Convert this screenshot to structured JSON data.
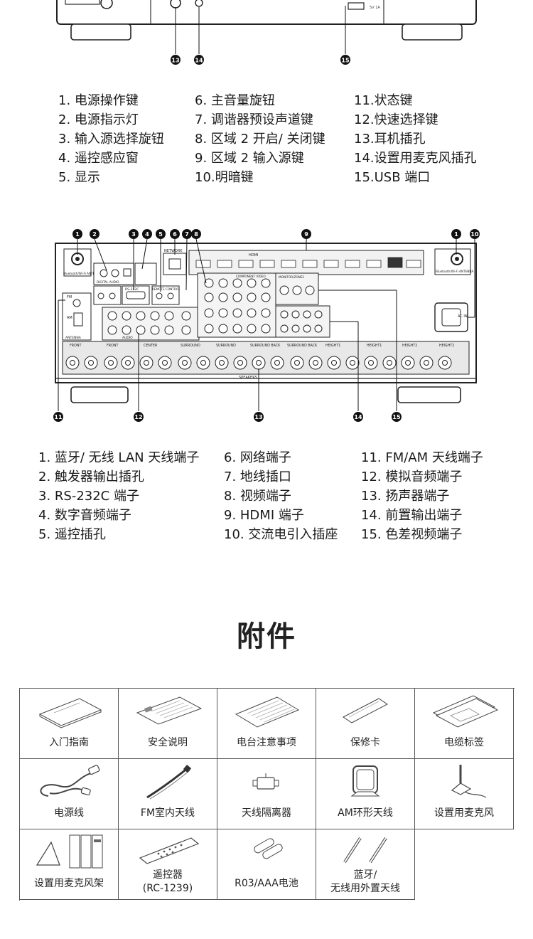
{
  "front_panel_callouts": [
    "13",
    "14",
    "15"
  ],
  "front_legend": {
    "col1": [
      "1. 电源操作键",
      "2. 电源指示灯",
      "3. 输入源选择旋钮",
      "4. 遥控感应窗",
      "5. 显示"
    ],
    "col2": [
      "6. 主音量旋钮",
      "7. 调谐器预设声道键",
      "8. 区域 2  开启/ 关闭键",
      "9. 区域 2  输入源键",
      "10.明暗键"
    ],
    "col3": [
      "11.状态键",
      "12.快速选择键",
      "13.耳机插孔",
      "14.设置用麦克风插孔",
      "15.USB  端口"
    ]
  },
  "rear_panel": {
    "callouts_top": [
      "1",
      "2",
      "3",
      "4",
      "5",
      "6",
      "7",
      "8",
      "9",
      "1",
      "10"
    ],
    "callouts_bottom": [
      "11",
      "12",
      "13",
      "14",
      "15"
    ],
    "labels": {
      "antenna_left": "Bluetooth/Wi-Fi ANTENNA",
      "antenna_right": "Bluetooth/Wi-Fi ANTENNA",
      "network": "NETWORK",
      "hdmi": "HDMI",
      "ac_in": "AC IN",
      "fm": "FM",
      "am": "AM",
      "antenna": "ANTENNA",
      "rs232c": "RS-232C",
      "remote_control": "REMOTE CONTROL",
      "digital_audio": "DIGITAL AUDIO",
      "component_video": "COMPONENT VIDEO",
      "monitor_zone2": "MONITOR/ZONE2",
      "audio": "AUDIO",
      "speakers": "SPEAKERS",
      "speaker_groups": [
        "FRONT",
        "FRONT",
        "CENTER",
        "SURROUND",
        "SURROUND",
        "SURROUND BACK",
        "SURROUND BACK",
        "HEIGHT1",
        "HEIGHT1",
        "HEIGHT2",
        "HEIGHT2"
      ]
    }
  },
  "rear_legend": {
    "col1": [
      "1. 蓝牙/ 无线 LAN 天线端子",
      "2. 触发器输出插孔",
      "3. RS-232C  端子",
      "4. 数字音频端子",
      "5. 遥控插孔"
    ],
    "col2": [
      "6. 网络端子",
      "7. 地线插口",
      "8. 视频端子",
      "9. HDMI  端子",
      "10. 交流电引入插座"
    ],
    "col3": [
      "11. FM/AM  天线端子",
      "12. 模拟音频端子",
      "13. 扬声器端子",
      "14. 前置输出端子",
      "15. 色差视频端子"
    ]
  },
  "accessories_title": "附件",
  "accessories": [
    {
      "label": "入门指南",
      "icon": "booklet-icon"
    },
    {
      "label": "安全说明",
      "icon": "safety-sheet-icon"
    },
    {
      "label": "电台注意事项",
      "icon": "notes-sheet-icon"
    },
    {
      "label": "保修卡",
      "icon": "warranty-card-icon"
    },
    {
      "label": "电缆标签",
      "icon": "cable-labels-icon"
    },
    {
      "label": "电源线",
      "icon": "power-cord-icon"
    },
    {
      "label": "FM室内天线",
      "icon": "fm-antenna-icon"
    },
    {
      "label": "天线隔离器",
      "icon": "antenna-isolator-icon"
    },
    {
      "label": "AM环形天线",
      "icon": "am-loop-antenna-icon"
    },
    {
      "label": "设置用麦克风",
      "icon": "setup-mic-icon"
    },
    {
      "label": "设置用麦克风架",
      "icon": "mic-stand-icon"
    },
    {
      "label": "遥控器\n(RC-1239)",
      "icon": "remote-control-icon"
    },
    {
      "label": "R03/AAA电池",
      "icon": "batteries-icon"
    },
    {
      "label": "蓝牙/\n无线用外置天线",
      "icon": "external-antennas-icon"
    }
  ]
}
